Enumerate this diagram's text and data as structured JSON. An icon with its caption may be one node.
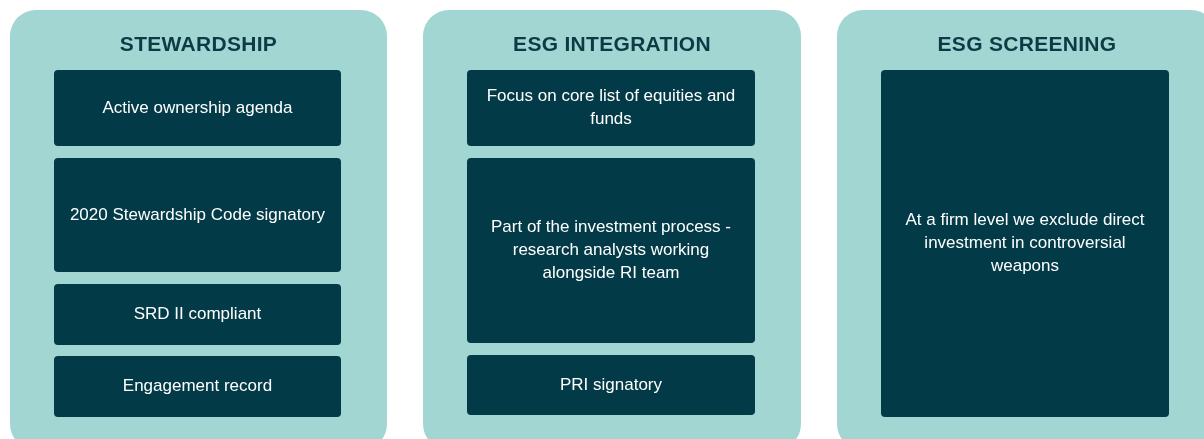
{
  "diagram": {
    "nodes": [
      {
        "text": [
          "STEWARDSHIP"
        ]
      },
      {
        "text": [
          "Active ownership agenda"
        ],
        "in": 0
      },
      {
        "text": [
          "2020 Stewardship Code signatory"
        ],
        "in": 0
      },
      {
        "text": [
          "SRD II compliant"
        ],
        "in": 0
      },
      {
        "text": [
          "Engagement record"
        ],
        "in": 0
      },
      {
        "text": [
          "ESG INTEGRATION"
        ]
      },
      {
        "text": [
          "Focus on core list of equities and funds"
        ],
        "in": 5
      },
      {
        "text": [
          "Part of the investment process - research analysts working alongside RI team"
        ],
        "in": 5
      },
      {
        "text": [
          "PRI signatory"
        ],
        "in": 5
      },
      {
        "text": [
          "ESG SCREENING"
        ]
      },
      {
        "text": [
          "At a firm level we exclude direct investment in controversial weapons"
        ],
        "in": 9
      }
    ],
    "edges": []
  }
}
